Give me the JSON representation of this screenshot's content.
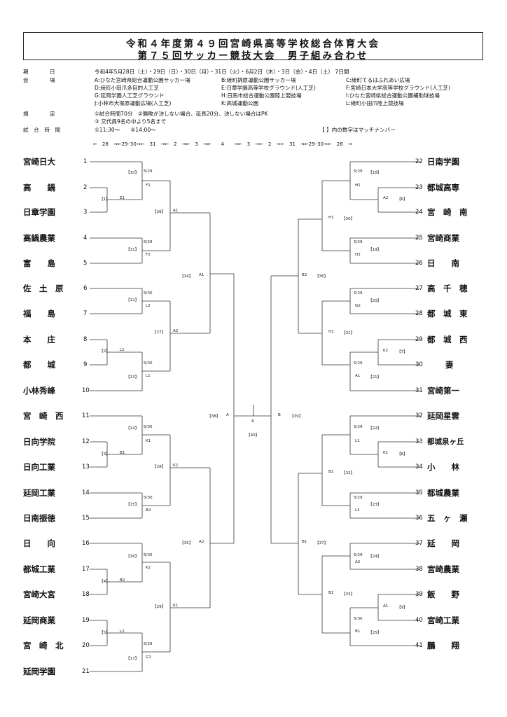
{
  "title": {
    "line1": "令和４年度第４９回宮崎県高等学校総合体育大会",
    "line2": "第７５回サッカー競技大会　男子組み合わせ"
  },
  "info": {
    "period_label": "期　　　　日",
    "period_value": "令和4年5月28日（土）・29日（日）・30日（月）・31日（火）・6月2日（木）・3日（金）・4日（土）  7日間",
    "venue_label": "会　　　　場",
    "venues": [
      "A:ひなた宮崎県総合運動公園サッカー場",
      "B:綾町錦原運動公園サッカー場",
      "C:綾町てるはふれあい広場",
      "D:綾町小田爪多目的人工芝",
      "E:日章学園高等学校グラウンド(人工芝)",
      "F:宮崎日本大学高等学校グラウンド(人工芝)",
      "G:延岡学園人工芝グラウンド",
      "H:日南市総合運動公園陸上競技場",
      "I:ひなた宮崎県総合運動公園補助球技場",
      "J:小林市大塚原運動広場(人工芝)",
      "K:高城運動公園",
      "L:綾町小田爪陸上競技場"
    ],
    "rules_label": "規　　　　定",
    "rules": [
      "①試合時間70分　②勝敗が決しない場合、延長20分、決しない場合はPK",
      "③ 交代員9名の中より5名まで"
    ],
    "time_label": "試　合　時　間",
    "times": "①11:30～　　②14:00～",
    "match_note": "【 】内の数字はマッチナンバー"
  },
  "date_row": "←　28　→←29･30→←　31　→←　2　→←　3　→←　　4　　→←　3　→←　2　→←　31　→←29･30→←　28　→",
  "teams_left": [
    {
      "no": "1",
      "name": "宮崎日大"
    },
    {
      "no": "2",
      "name": "高　　鍋"
    },
    {
      "no": "3",
      "name": "日章学園"
    },
    {
      "no": "4",
      "name": "高鍋農業"
    },
    {
      "no": "5",
      "name": "富　　島"
    },
    {
      "no": "6",
      "name": "佐　土　原"
    },
    {
      "no": "7",
      "name": "福　　島"
    },
    {
      "no": "8",
      "name": "本　　庄"
    },
    {
      "no": "9",
      "name": "都　　城"
    },
    {
      "no": "10",
      "name": "小林秀峰"
    },
    {
      "no": "11",
      "name": "宮　崎　西"
    },
    {
      "no": "12",
      "name": "日向学院"
    },
    {
      "no": "13",
      "name": "日向工業"
    },
    {
      "no": "14",
      "name": "延岡工業"
    },
    {
      "no": "15",
      "name": "日南振徳"
    },
    {
      "no": "16",
      "name": "日　　向"
    },
    {
      "no": "17",
      "name": "都城工業"
    },
    {
      "no": "18",
      "name": "宮崎大宮"
    },
    {
      "no": "19",
      "name": "延岡商業"
    },
    {
      "no": "20",
      "name": "宮　崎　北"
    },
    {
      "no": "21",
      "name": "延岡学園"
    }
  ],
  "teams_right": [
    {
      "no": "22",
      "name": "日南学園"
    },
    {
      "no": "23",
      "name": "都城高専"
    },
    {
      "no": "24",
      "name": "宮　崎　南"
    },
    {
      "no": "25",
      "name": "宮崎商業"
    },
    {
      "no": "26",
      "name": "日　　南"
    },
    {
      "no": "27",
      "name": "高　千　穂"
    },
    {
      "no": "28",
      "name": "都　城　東"
    },
    {
      "no": "29",
      "name": "都　城　西"
    },
    {
      "no": "30",
      "name": "妻"
    },
    {
      "no": "31",
      "name": "宮崎第一"
    },
    {
      "no": "32",
      "name": "延岡星雲"
    },
    {
      "no": "33",
      "name": "都城泉ヶ丘"
    },
    {
      "no": "34",
      "name": "小　　林"
    },
    {
      "no": "35",
      "name": "都城農業"
    },
    {
      "no": "36",
      "name": "五　ヶ　瀬"
    },
    {
      "no": "37",
      "name": "延　　岡"
    },
    {
      "no": "38",
      "name": "宮崎農業"
    },
    {
      "no": "39",
      "name": "飯　　野"
    },
    {
      "no": "40",
      "name": "宮崎工業"
    },
    {
      "no": "41",
      "name": "鵬　　翔"
    }
  ],
  "match_labels": {
    "m1": "【1】",
    "v1": "E1",
    "m10": "【10】",
    "d10": "5/29",
    "v10": "F1",
    "m11": "【11】",
    "d11": "5/29",
    "v11": "F2",
    "m26": "【26】",
    "v26": "A1",
    "m12": "【12】",
    "d12": "5/30",
    "v12": "L2",
    "m2": "【2】",
    "v2": "L1",
    "m13": "【13】",
    "d13": "5/30",
    "v13": "L1",
    "m27": "【27】",
    "v27": "A2",
    "m34": "【34】",
    "v34": "A1",
    "m14": "【14】",
    "d14": "5/30",
    "v14": "K1",
    "m3": "【3】",
    "v3": "B1",
    "m15": "【15】",
    "d15": "5/30",
    "v15": "B2",
    "m28": "【28】",
    "v28": "K2",
    "m16": "【16】",
    "d16": "5/30",
    "v16": "K2",
    "m4": "【4】",
    "v4": "B2",
    "m5": "【5】",
    "v5": "L2",
    "m17": "【17】",
    "d17": "5/29",
    "v17": "G1",
    "m29": "【29】",
    "v29": "K1",
    "m35": "【35】",
    "v35": "A2",
    "m38": "【38】",
    "v38": "A",
    "vfinal": "A",
    "mfinal": "【40】",
    "m39": "【39】",
    "v39": "B",
    "m18": "【18】",
    "d18": "5/29",
    "v18": "H1",
    "m6": "【6】",
    "v6": "A2",
    "m19": "【19】",
    "d19": "5/29",
    "v19": "H2",
    "m30": "【30】",
    "v30": "H1",
    "m20": "【20】",
    "d20": "5/29",
    "v20": "G2",
    "m7": "【7】",
    "v7": "K2",
    "m21": "【21】",
    "d21": "5/29",
    "v21": "A1",
    "m31": "【31】",
    "v31": "H2",
    "m36": "【36】",
    "v36": "B2",
    "m22": "【22】",
    "d22": "5/29",
    "v22": "L1",
    "m8": "【8】",
    "v8": "K1",
    "m23": "【23】",
    "d23": "5/29",
    "v23": "L2",
    "m32": "【32】",
    "v32": "B2",
    "m24": "【24】",
    "d24": "5/29",
    "v24": "A2",
    "m9": "【9】",
    "v9": "A1",
    "m25": "【25】",
    "d25": "5/30",
    "v25": "B1",
    "m33": "【33】",
    "v33": "B1",
    "m37": "【37】",
    "v37": "B1"
  }
}
